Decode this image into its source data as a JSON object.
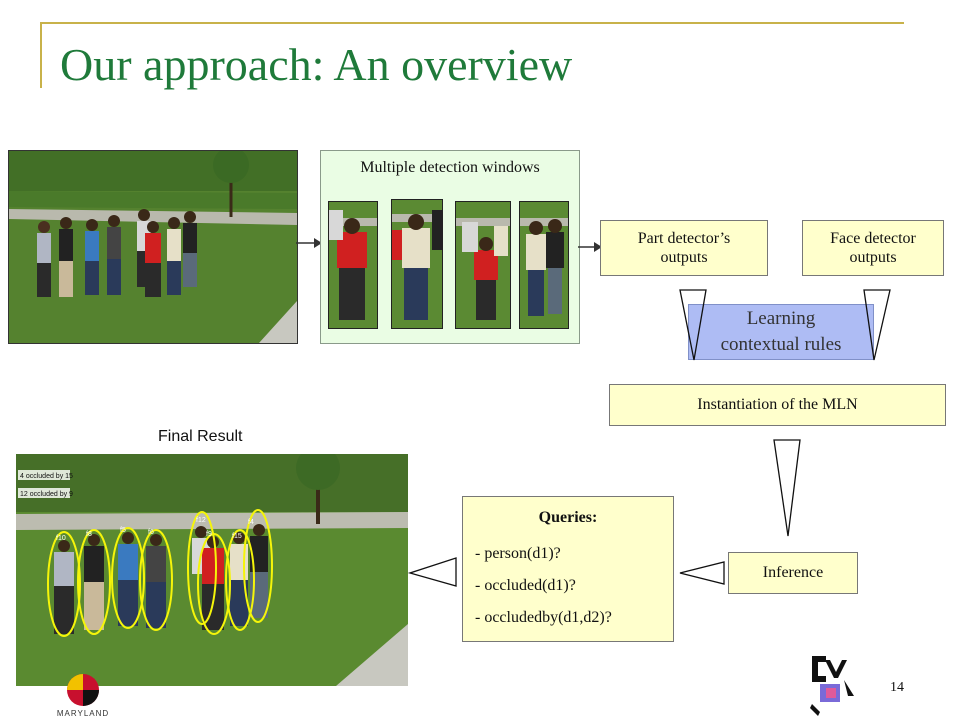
{
  "slide": {
    "title": "Our approach: An overview",
    "page_number": "14"
  },
  "detection_panel": {
    "title": "Multiple detection windows"
  },
  "boxes": {
    "part_detector": "Part detector’s outputs",
    "face_detector": "Face detector outputs",
    "learning": "Learning contextual rules",
    "instantiation": "Instantiation of the MLN",
    "inference": "Inference"
  },
  "final_result": {
    "label": "Final Result",
    "annotations": [
      "4 occluded by 15",
      "12 occluded by 9"
    ],
    "tags": [
      "f10",
      "f8",
      "f5",
      "f6",
      "f12",
      "f4",
      "f9",
      "f15"
    ]
  },
  "queries": {
    "title": "Queries:",
    "items": [
      "- person(d1)?",
      "- occluded(d1)?",
      "- occludedby(d1,d2)?"
    ]
  },
  "logos": {
    "university": "MARYLAND"
  },
  "colors": {
    "title": "#1f7a3a",
    "frame": "#c8b24a",
    "panel_bg": "#eafde4",
    "box_bg": "#ffffcc",
    "learning_bg": "#aebcf4",
    "ellipse": "#f5f50a"
  }
}
